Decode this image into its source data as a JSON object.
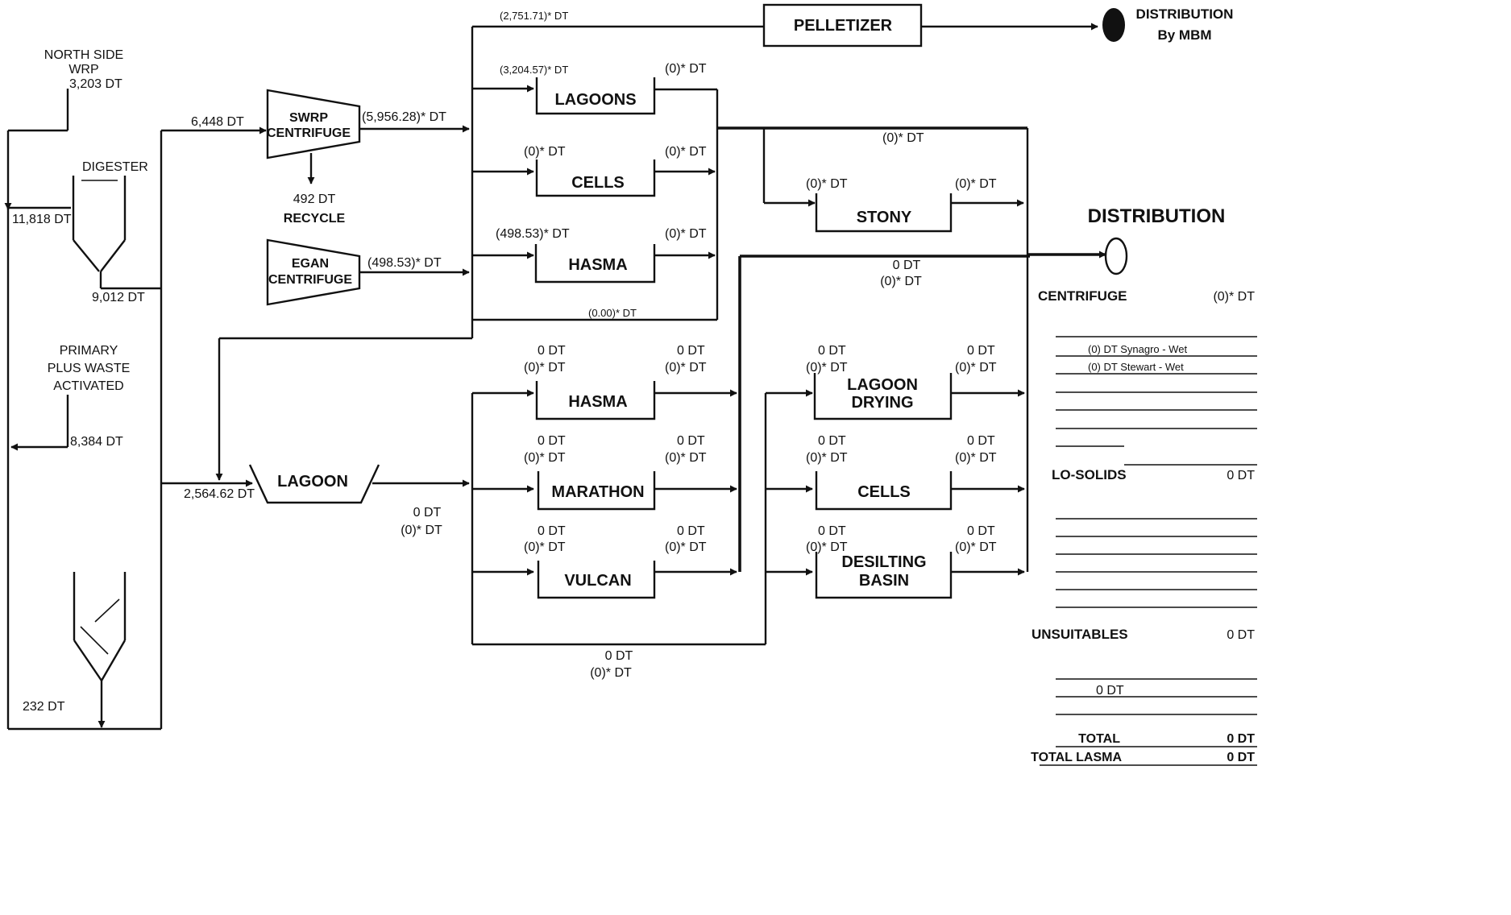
{
  "sources": {
    "north_side": [
      "NORTH SIDE",
      "WRP",
      "3,203 DT"
    ],
    "digester": "DIGESTER",
    "primary": [
      "PRIMARY",
      "PLUS WASTE",
      "ACTIVATED"
    ],
    "f_11818": "11,818 DT",
    "f_9012": "9,012 DT",
    "f_8384": "8,384 DT",
    "f_232": "232 DT",
    "f_6448": "6,448 DT",
    "f_256462": "2,564.62 DT"
  },
  "centrifuges": {
    "swrp": [
      "SWRP",
      "CENTRIFUGE"
    ],
    "swrp_out": "(5,956.28)* DT",
    "recycle_amt": "492 DT",
    "recycle": "RECYCLE",
    "egan": [
      "EGAN",
      "CENTRIFUGE"
    ],
    "egan_out": "(498.53)* DT"
  },
  "top": {
    "pelletizer_in": "(2,751.71)* DT",
    "pelletizer": "PELLETIZER",
    "distribution_mbm": [
      "DISTRIBUTION",
      "By MBM"
    ]
  },
  "upper_boxes": {
    "lagoons": "LAGOONS",
    "lagoons_in": "(3,204.57)* DT",
    "lagoons_out": "(0)* DT",
    "cells": "CELLS",
    "cells_in": "(0)* DT",
    "cells_out": "(0)* DT",
    "hasma": "HASMA",
    "hasma_in": "(498.53)* DT",
    "hasma_out": "(0)* DT",
    "bottom_label": "(0.00)* DT"
  },
  "stony": {
    "label": "STONY",
    "in": "(0)* DT",
    "out": "(0)* DT",
    "main": "(0)* DT"
  },
  "dist_center": [
    "0 DT",
    "(0)* DT"
  ],
  "lagoon": {
    "label": "LAGOON",
    "out": [
      "0 DT",
      "(0)* DT"
    ]
  },
  "lower_left": {
    "hasma": "HASMA",
    "marathon": "MARATHON",
    "vulcan": "VULCAN",
    "in": [
      "0 DT",
      "(0)* DT"
    ],
    "out": [
      "0 DT",
      "(0)* DT"
    ]
  },
  "lower_right": {
    "lagoon_drying": [
      "LAGOON",
      "DRYING"
    ],
    "cells": "CELLS",
    "desilting": [
      "DESILTING",
      "BASIN"
    ],
    "in": [
      "0 DT",
      "(0)* DT"
    ],
    "out": [
      "0 DT",
      "(0)* DT"
    ]
  },
  "bottom_loop": [
    "0 DT",
    "(0)* DT"
  ],
  "distribution": {
    "title": "DISTRIBUTION",
    "centrifuge_label": "CENTRIFUGE",
    "centrifuge_val": "(0)* DT",
    "synagro": "(0) DT Synagro - Wet",
    "stewart": "(0) DT Stewart - Wet",
    "losolids_label": "LO-SOLIDS",
    "losolids_val": "0 DT",
    "unsuitables_label": "UNSUITABLES",
    "unsuitables_val": "0 DT",
    "unsuit_entry": "0 DT",
    "total_label": "TOTAL",
    "total_val": "0 DT",
    "total_lasma_label": "TOTAL LASMA",
    "total_lasma_val": "0 DT"
  }
}
